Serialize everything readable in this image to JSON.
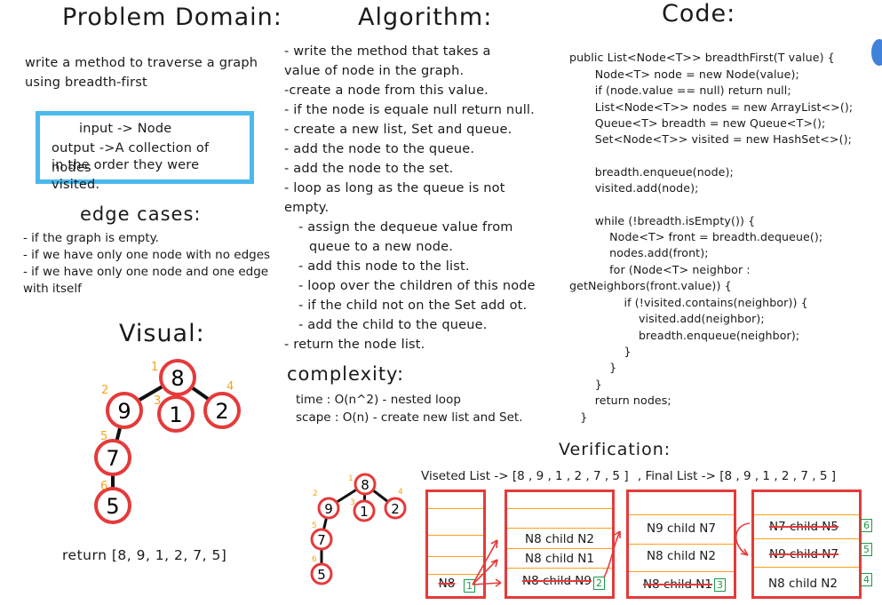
{
  "problem": {
    "heading": "Problem Domain:",
    "description": [
      "write a method to traverse a graph",
      "using breadth-first"
    ],
    "io": [
      "input -> Node",
      "output ->A collection of nodes",
      "in the order they were visited."
    ]
  },
  "edge": {
    "heading": "edge cases:",
    "items": [
      "- if the graph is empty.",
      "- if we have only one node with no edges",
      "- if we have only one node and one edge",
      "with itself"
    ]
  },
  "visual": {
    "heading": "Visual:",
    "nodes": [
      "8",
      "9",
      "1",
      "2",
      "7",
      "5"
    ],
    "order_labels": [
      "1",
      "2",
      "3",
      "4",
      "5",
      "6"
    ],
    "return_text": "return [8, 9, 1, 2, 7, 5]"
  },
  "algorithm": {
    "heading": "Algorithm:",
    "steps": [
      "- write the method that takes a",
      "value of node in the graph.",
      "-create a node from this value.",
      "- if the node is equale null return null.",
      "- create a new list, Set and queue.",
      "- add the node to the queue.",
      "- add the node to the set.",
      "- loop as long as the queue is not",
      "empty.",
      "- assign the dequeue value from",
      "queue to a new node.",
      "- add this node to the list.",
      "- loop over the children of this node",
      "- if the child not on the Set add ot.",
      "- add the child to the queue.",
      "- return the node list."
    ]
  },
  "complexity": {
    "heading": "complexity:",
    "time": "time : O(n^2) - nested loop",
    "space": "scape : O(n) - create new list and Set."
  },
  "code": {
    "heading": "Code:",
    "lines": [
      "public List<Node<T>> breadthFirst(T value) {",
      "       Node<T> node = new Node(value);",
      "       if (node.value == null) return null;",
      "       List<Node<T>> nodes = new ArrayList<>();",
      "       Queue<T> breadth = new Queue<T>();",
      "       Set<Node<T>> visited = new HashSet<>();",
      "",
      "       breadth.enqueue(node);",
      "       visited.add(node);",
      "",
      "       while (!breadth.isEmpty()) {",
      "           Node<T> front = breadth.dequeue();",
      "           nodes.add(front);",
      "           for (Node<T> neighbor :",
      "getNeighbors(front.value)) {",
      "               if (!visited.contains(neighbor)) {",
      "                   visited.add(neighbor);",
      "                   breadth.enqueue(neighbor);",
      "               }",
      "           }",
      "       }",
      "       return nodes;",
      "   }"
    ]
  },
  "verification": {
    "heading": "Verification:",
    "visited_list": "Viseted List -> [8 , 9 , 1 , 2 , 7 , 5 ]",
    "final_list": ", Final List -> [8 , 9 , 1 , 2 , 7 , 5 ]",
    "queue1": {
      "items": [
        "N8"
      ],
      "badge": "1"
    },
    "queue2": {
      "items": [
        "N8 child N2",
        "N8 child N1",
        "N8 child N9"
      ],
      "badge": "2"
    },
    "queue3": {
      "items": [
        "N9 child N7",
        "N8 child N2",
        "N8 child N1"
      ],
      "badge": "3"
    },
    "queue4": {
      "items": [
        "N7 child N5",
        "N9 child N7",
        "N8 child N2"
      ],
      "badges": [
        "6",
        "5",
        "4"
      ]
    }
  },
  "colors": {
    "accent_blue": "#4ab9ec",
    "node_red": "#e53a3a",
    "label_orange": "#f2a51a",
    "badge_green": "#1a9a4a"
  }
}
